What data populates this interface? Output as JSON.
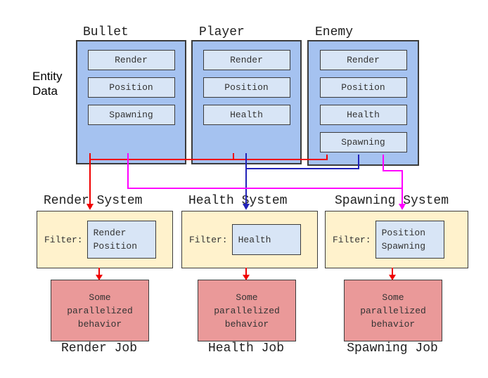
{
  "colors": {
    "entity_fill": "#a5c2f0",
    "component_fill": "#d8e5f6",
    "system_fill": "#fff2cc",
    "behavior_fill": "#ea9999",
    "render_line": "#f00000",
    "health_line": "#2222b8",
    "spawning_line": "#ff00ff",
    "job_arrow": "#f00000"
  },
  "entity_section": {
    "label": "Entity\nData"
  },
  "entities": [
    {
      "title": "Bullet",
      "components": [
        "Render",
        "Position",
        "Spawning"
      ]
    },
    {
      "title": "Player",
      "components": [
        "Render",
        "Position",
        "Health"
      ]
    },
    {
      "title": "Enemy",
      "components": [
        "Render",
        "Position",
        "Health",
        "Spawning"
      ]
    }
  ],
  "systems": [
    {
      "title": "Render System",
      "filter_label": "Filter:",
      "filter_components": "Render\nPosition",
      "behavior": "Some\nparallelized\nbehavior",
      "job": "Render Job"
    },
    {
      "title": "Health System",
      "filter_label": "Filter:",
      "filter_components": "Health",
      "behavior": "Some\nparallelized\nbehavior",
      "job": "Health Job"
    },
    {
      "title": "Spawning System",
      "filter_label": "Filter:",
      "filter_components": "Position\nSpawning",
      "behavior": "Some\nparallelized\nbehavior",
      "job": "Spawning Job"
    }
  ]
}
